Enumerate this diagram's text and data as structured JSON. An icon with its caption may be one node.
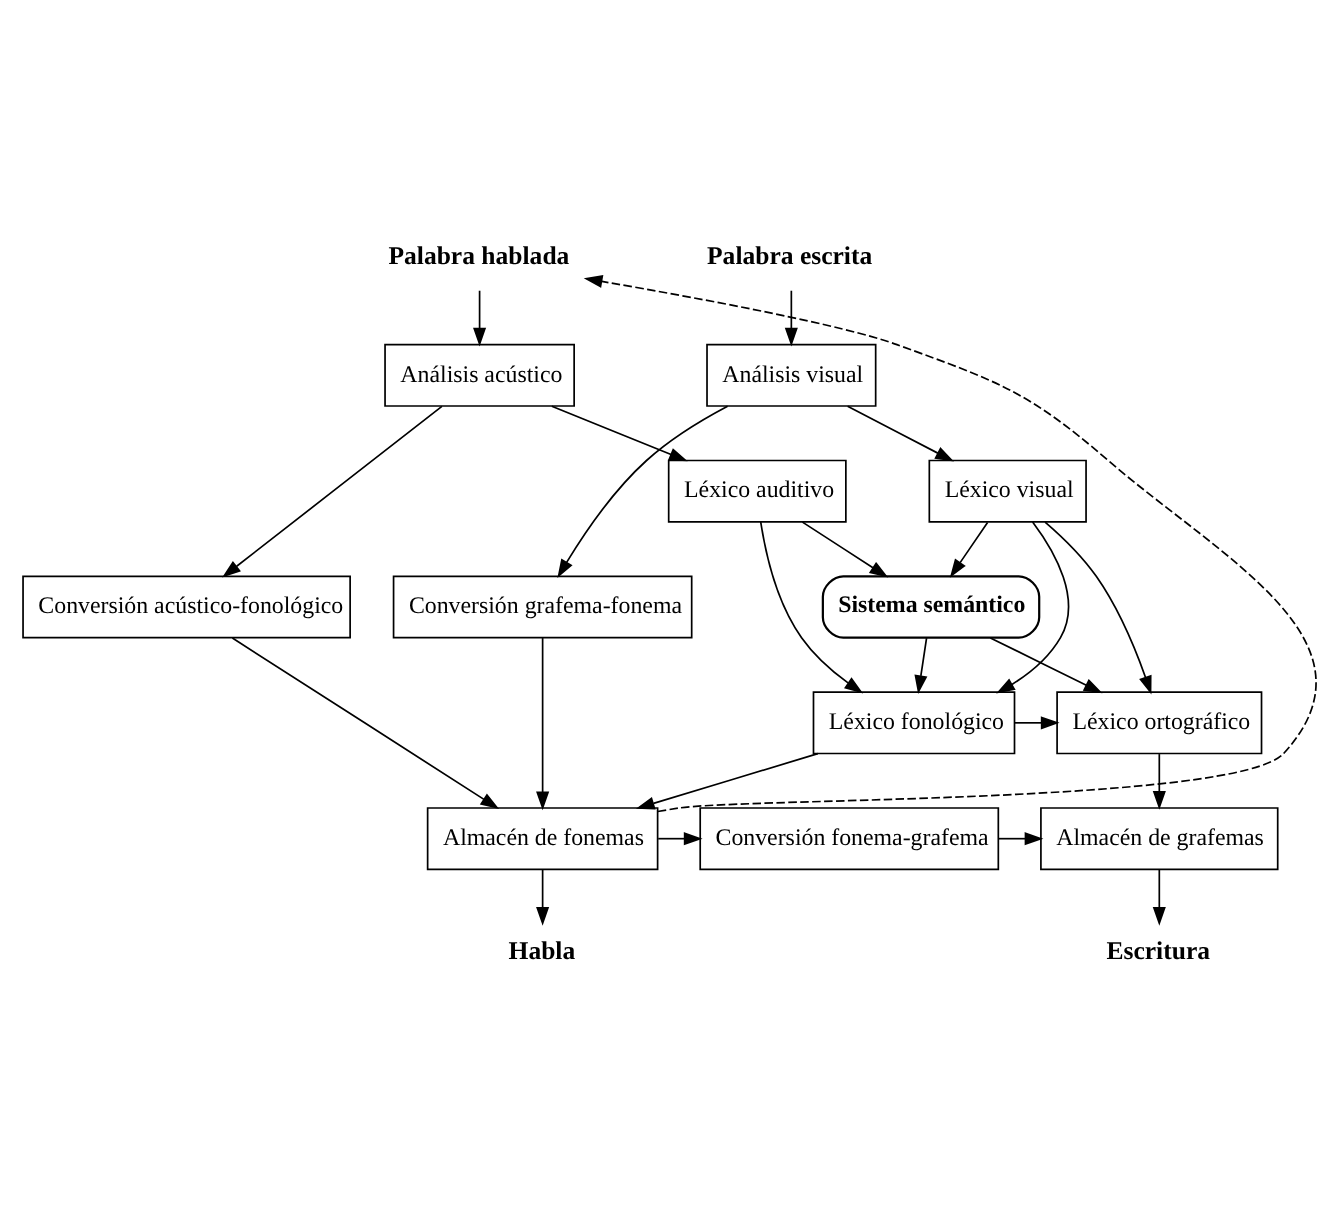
{
  "diagram": {
    "nodes": [
      {
        "text": [
          "Palabra hablada"
        ]
      },
      {
        "text": [
          "Palabra escrita"
        ]
      },
      {
        "text": [
          "Análisis acústico"
        ]
      },
      {
        "text": [
          "Análisis visual"
        ]
      },
      {
        "text": [
          "Léxico auditivo"
        ]
      },
      {
        "text": [
          "Léxico visual"
        ]
      },
      {
        "text": [
          "Conversión acústico-fonológico"
        ]
      },
      {
        "text": [
          "Sistema semántico"
        ]
      },
      {
        "text": [
          "Conversión grafema-fonema"
        ]
      },
      {
        "text": [
          "Léxico fonológico"
        ]
      },
      {
        "text": [
          "Léxico ortográfico"
        ]
      },
      {
        "text": [
          "Almacén de fonemas"
        ]
      },
      {
        "text": [
          "Conversión fonema-grafema"
        ]
      },
      {
        "text": [
          "Almacén de grafemas"
        ]
      },
      {
        "text": [
          "Habla"
        ]
      },
      {
        "text": [
          "Escritura"
        ]
      }
    ],
    "edges": [
      {
        "from": 0,
        "to": 2,
        "arrow": "to"
      },
      {
        "from": 1,
        "to": 3,
        "arrow": "to"
      },
      {
        "from": 2,
        "to": 6,
        "arrow": "to"
      },
      {
        "from": 2,
        "to": 4,
        "arrow": "to"
      },
      {
        "from": 3,
        "to": 5,
        "arrow": "to"
      },
      {
        "from": 3,
        "to": 8,
        "arrow": "to"
      },
      {
        "from": 4,
        "to": 7,
        "arrow": "to"
      },
      {
        "from": 4,
        "to": 9,
        "arrow": "to"
      },
      {
        "from": 5,
        "to": 7,
        "arrow": "to"
      },
      {
        "from": 5,
        "to": 9,
        "arrow": "to"
      },
      {
        "from": 5,
        "to": 10,
        "arrow": "to"
      },
      {
        "from": 7,
        "to": 9,
        "arrow": "to"
      },
      {
        "from": 7,
        "to": 10,
        "arrow": "to"
      },
      {
        "from": 9,
        "to": 10,
        "arrow": "to"
      },
      {
        "from": 9,
        "to": 11,
        "arrow": "to"
      },
      {
        "from": 8,
        "to": 11,
        "arrow": "to"
      },
      {
        "from": 6,
        "to": 11,
        "arrow": "to"
      },
      {
        "from": 11,
        "to": 12,
        "arrow": "to"
      },
      {
        "from": 12,
        "to": 13,
        "arrow": "to"
      },
      {
        "from": 10,
        "to": 13,
        "arrow": "to"
      },
      {
        "from": 11,
        "to": 14,
        "arrow": "to"
      },
      {
        "from": 13,
        "to": 15,
        "arrow": "to"
      },
      {
        "from": 11,
        "to": 0,
        "arrow": "to",
        "style": "dashed"
      }
    ]
  }
}
